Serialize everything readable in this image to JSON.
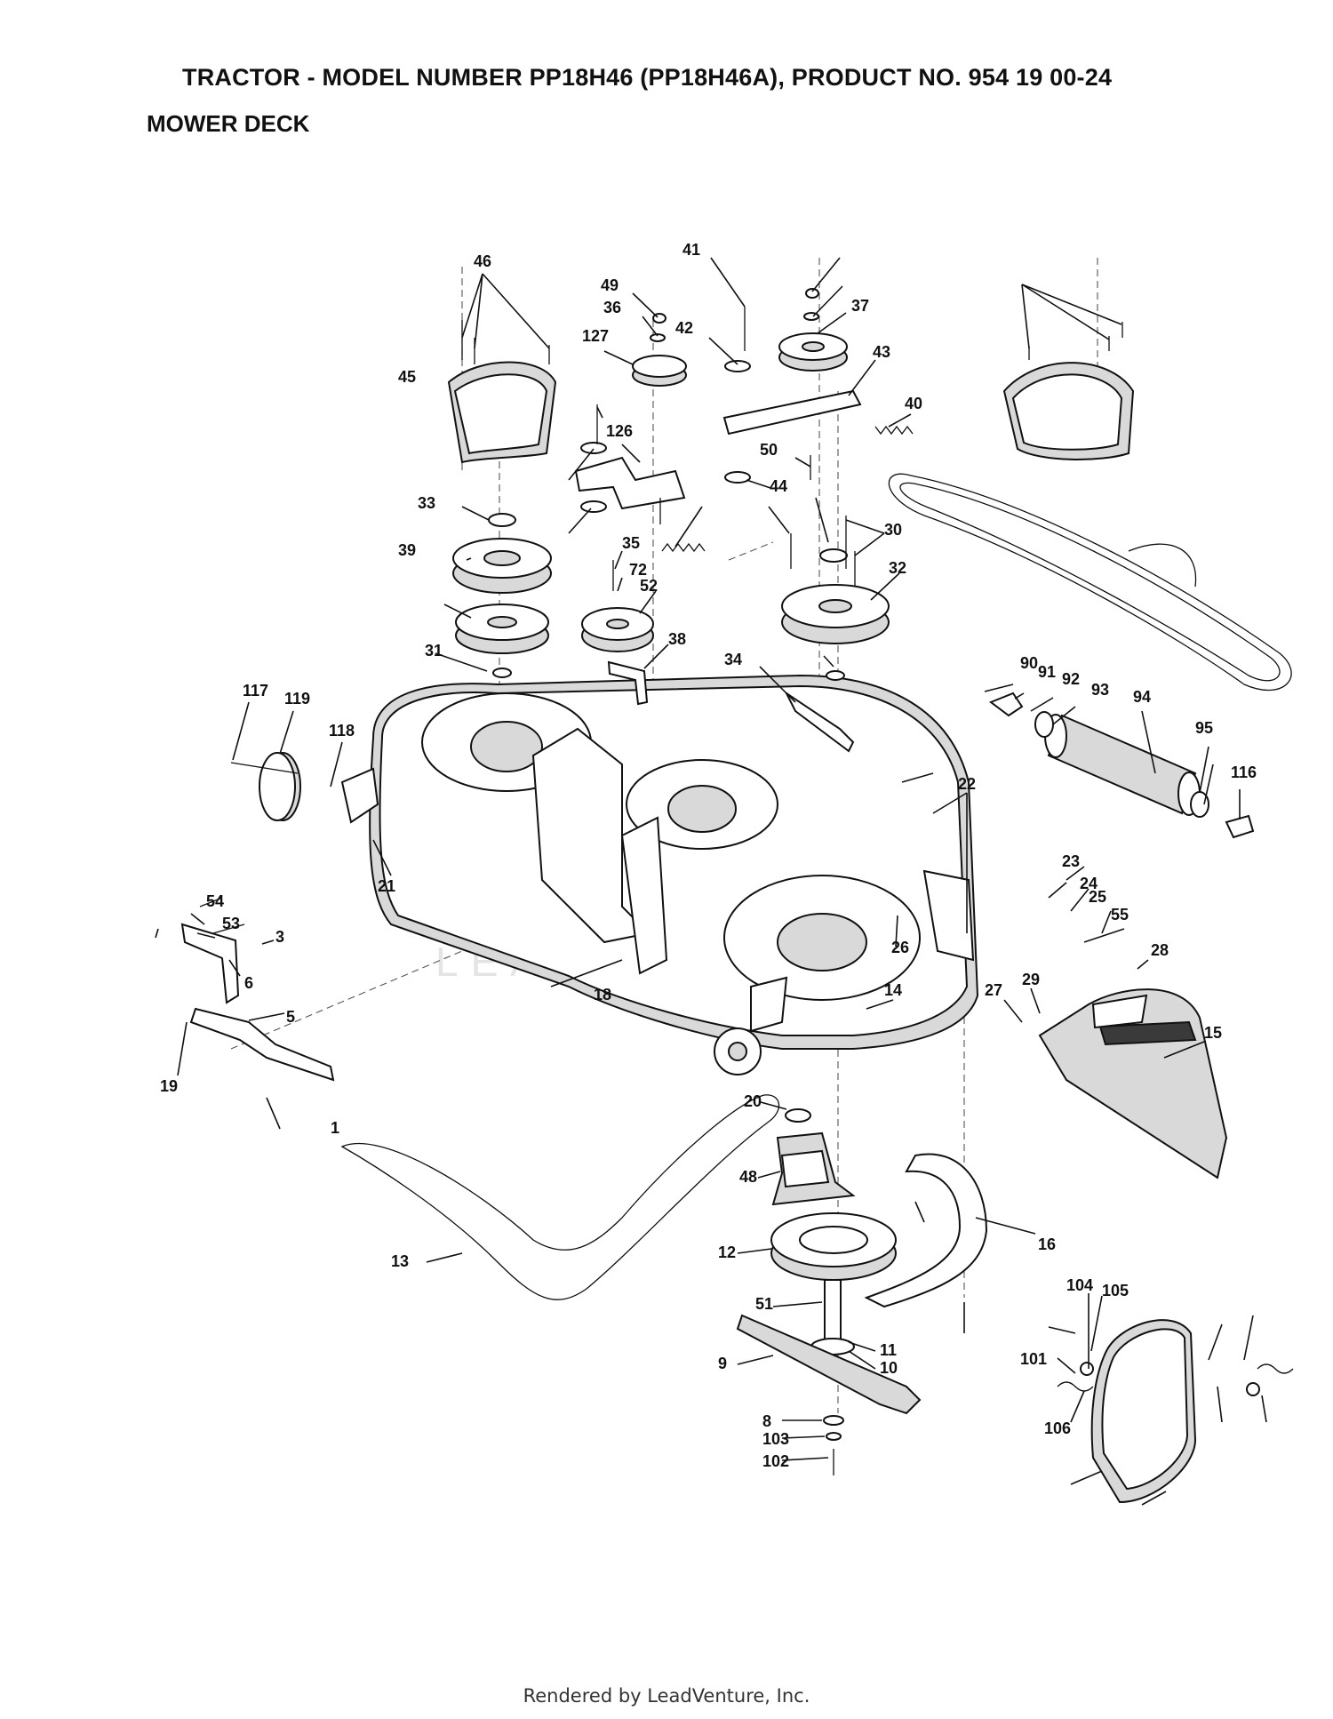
{
  "header": {
    "title": "TRACTOR - MODEL NUMBER PP18H46 (PP18H46A), PRODUCT NO. 954 19 00-24",
    "subtitle": "MOWER DECK"
  },
  "watermark": "LEADVENTURE",
  "footer": "Rendered by LeadVenture, Inc.",
  "diagram": {
    "callouts": [
      "46",
      "49",
      "36",
      "41",
      "127",
      "42",
      "37",
      "43",
      "45",
      "40",
      "126",
      "50",
      "44",
      "33",
      "39",
      "35",
      "72",
      "52",
      "30",
      "32",
      "38",
      "31",
      "34",
      "90",
      "91",
      "92",
      "93",
      "94",
      "95",
      "116",
      "117",
      "119",
      "118",
      "21",
      "22",
      "23",
      "24",
      "25",
      "55",
      "54",
      "53",
      "3",
      "6",
      "5",
      "19",
      "1",
      "18",
      "26",
      "28",
      "29",
      "27",
      "15",
      "14",
      "20",
      "48",
      "16",
      "13",
      "12",
      "51",
      "11",
      "10",
      "9",
      "8",
      "103",
      "102",
      "104",
      "105",
      "106",
      "101"
    ]
  },
  "colors": {
    "ink": "#111111",
    "paper": "#ffffff",
    "watermark": "#e4e4e4"
  }
}
